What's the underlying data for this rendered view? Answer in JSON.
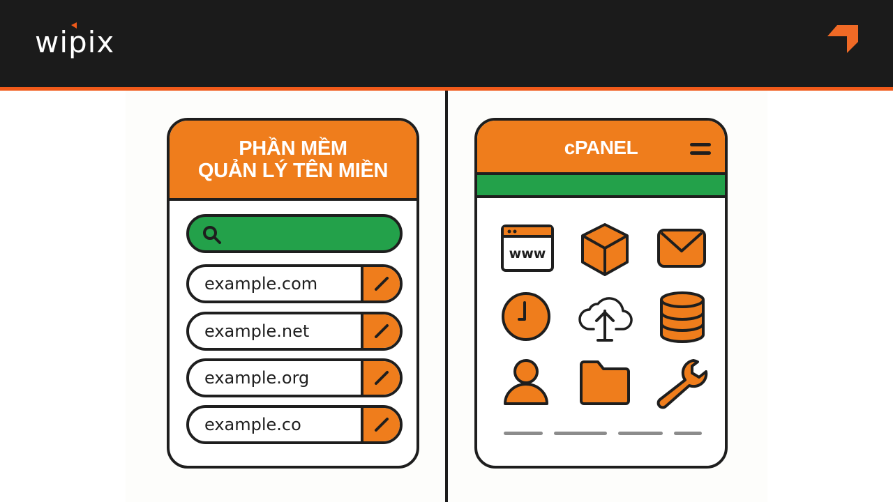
{
  "header": {
    "logo_text": "wipix",
    "brand_mark": "arrow-corner-icon",
    "colors": {
      "bar": "#1b1b1b",
      "stripe": "#f05a1a"
    }
  },
  "domain_manager": {
    "title_line1": "PHẦN MỀM",
    "title_line2": "QUẢN LÝ TÊN MIỀN",
    "search": {
      "icon": "search-icon",
      "value": ""
    },
    "domains": [
      {
        "name": "example.com",
        "action": "edit-icon"
      },
      {
        "name": "example.net",
        "action": "edit-icon"
      },
      {
        "name": "example.org",
        "action": "edit-icon"
      },
      {
        "name": "example.co",
        "action": "edit-icon"
      }
    ],
    "colors": {
      "accent": "#ef7d1c",
      "search": "#23a14a"
    }
  },
  "cpanel": {
    "title": "cPANEL",
    "menu_icon": "hamburger-menu-icon",
    "icons": [
      "www-browser-icon",
      "box-icon",
      "mail-icon",
      "clock-icon",
      "cloud-upload-icon",
      "database-icon",
      "user-icon",
      "folder-icon",
      "wrench-icon"
    ],
    "colors": {
      "accent": "#ef7d1c",
      "strip": "#23a14a"
    }
  }
}
